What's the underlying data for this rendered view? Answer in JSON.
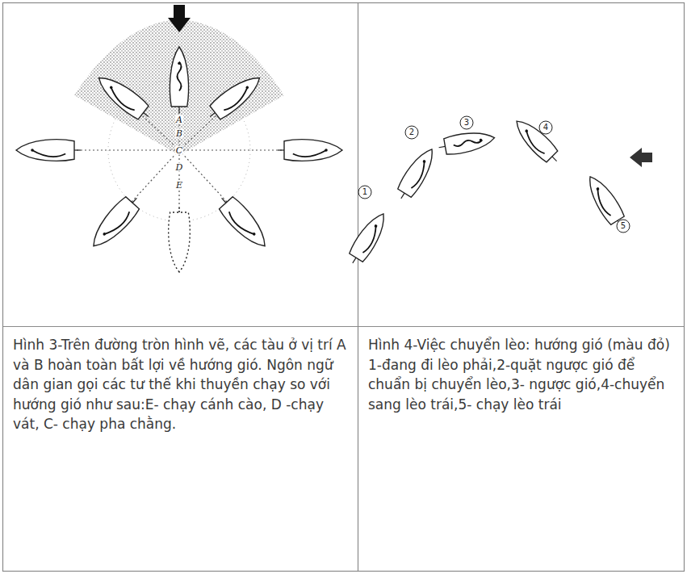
{
  "diagram": {
    "nodes": [
      {
        "text": [
          "Hình 3-Trên đường tròn hình vẽ, các tàu ở vị trí A và B hoàn toàn bất lợi về hướng gió. Ngôn ngữ dân gian gọi các tư thế khi thuyền chạy so với hướng gió như sau:E- chạy cánh cào, D -chạy vát, C- chạy pha chằng."
        ]
      },
      {
        "text": [
          "Hình 4-Việc chuyển lèo: hướng gió (màu đỏ) 1-đang đi lèo phải,2-quặt ngược gió để chuẩn bị chuyển lèo,3- ngược gió,4-chuyển sang lèo trái,5- chạy lèo trái"
        ]
      }
    ],
    "labels": [
      "A",
      "B",
      "C",
      "D",
      "E",
      "1",
      "2",
      "3",
      "4",
      "5"
    ]
  }
}
